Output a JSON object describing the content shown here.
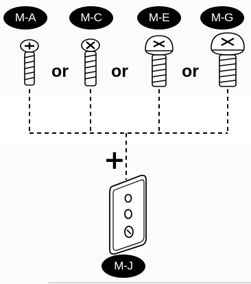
{
  "screws": [
    {
      "label": "M-A"
    },
    {
      "label": "M-C"
    },
    {
      "label": "M-E"
    },
    {
      "label": "M-G"
    }
  ],
  "connectors": {
    "or_1": "or",
    "or_2": "or",
    "or_3": "or"
  },
  "plus_sign": "+",
  "bracket": {
    "label": "M-J"
  }
}
